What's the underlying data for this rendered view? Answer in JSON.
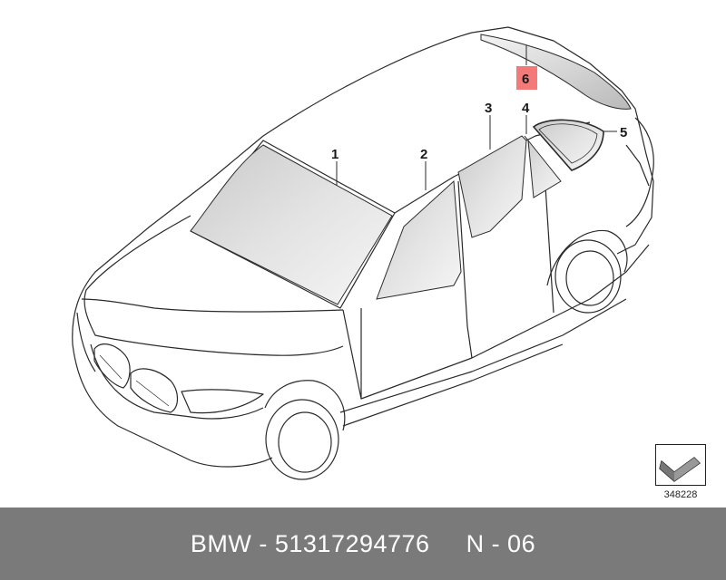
{
  "callouts": {
    "c1": "1",
    "c2": "2",
    "c3": "3",
    "c4": "4",
    "c5": "5",
    "c6": "6"
  },
  "highlight_color": "#f47a7a",
  "glass_color": "#d4d4d4",
  "reference_number": "348228",
  "footer": {
    "brand": "BMW",
    "separator": " - ",
    "part_number": "51317294776",
    "position_code": "N - 06"
  },
  "icons": {
    "reference": "arrow-reference-icon"
  }
}
